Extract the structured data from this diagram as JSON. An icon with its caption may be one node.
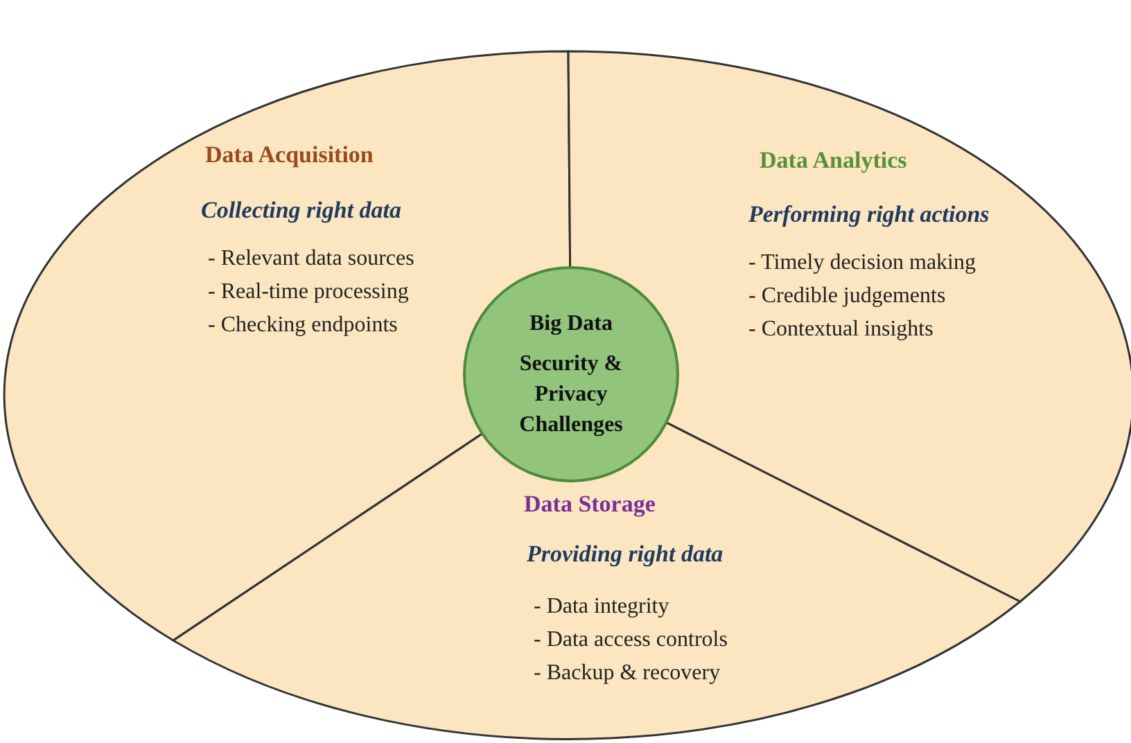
{
  "diagram": {
    "nodes": [
      {
        "text": [
          "Data Acquisition",
          "Collecting right data",
          "- Relevant data sources",
          "- Real-time processing",
          "- Checking endpoints"
        ]
      },
      {
        "text": [
          "Data Analytics",
          "Performing right actions",
          "- Timely decision making",
          "- Credible judgements",
          "- Contextual insights"
        ]
      },
      {
        "text": [
          "Data Storage",
          "Providing right data",
          "- Data integrity",
          "- Data access controls",
          "- Backup & recovery"
        ]
      },
      {
        "text": [
          "Big Data",
          "Security & Privacy Challenges"
        ]
      }
    ]
  }
}
